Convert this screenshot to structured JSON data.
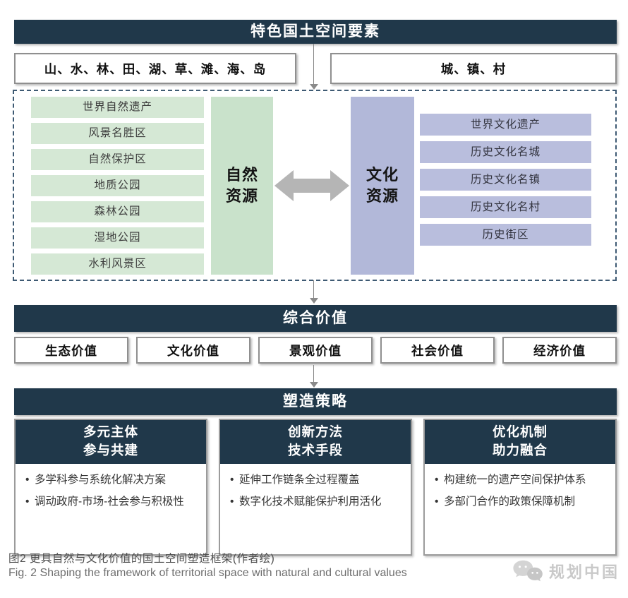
{
  "colors": {
    "navy": "#20384a",
    "green_item": "#d5e8d5",
    "green_panel": "#c9e2cb",
    "purple_item": "#b9bedd",
    "purple_panel": "#b2b8d9",
    "arrow_gray": "#b5b5b5",
    "border_gray": "#8f8f8f",
    "dashed_border": "#3e5a73",
    "caption_gray": "#4c4c4c",
    "logo_gray": "#c9c9c9"
  },
  "header": {
    "title": "特色国土空间要素"
  },
  "elements_row": {
    "left": "山、水、林、田、湖、草、滩、海、岛",
    "right": "城、镇、村"
  },
  "resources": {
    "natural": {
      "label_lines": [
        "自然",
        "资源"
      ],
      "items": [
        "世界自然遗产",
        "风景名胜区",
        "自然保护区",
        "地质公园",
        "森林公园",
        "湿地公园",
        "水利风景区"
      ]
    },
    "cultural": {
      "label_lines": [
        "文化",
        "资源"
      ],
      "items": [
        "世界文化遗产",
        "历史文化名城",
        "历史文化名镇",
        "历史文化名村",
        "历史街区"
      ]
    }
  },
  "value_section": {
    "title": "综合价值",
    "items": [
      "生态价值",
      "文化价值",
      "景观价值",
      "社会价值",
      "经济价值"
    ]
  },
  "strategy_section": {
    "title": "塑造策略",
    "cards": [
      {
        "title_lines": [
          "多元主体",
          "参与共建"
        ],
        "bullets": [
          "多学科参与系统化解决方案",
          "调动政府-市场-社会参与积极性"
        ]
      },
      {
        "title_lines": [
          "创新方法",
          "技术手段"
        ],
        "bullets": [
          "延伸工作链条全过程覆盖",
          "数字化技术赋能保护利用活化"
        ]
      },
      {
        "title_lines": [
          "优化机制",
          "助力融合"
        ],
        "bullets": [
          "构建统一的遗产空间保护体系",
          "多部门合作的政策保障机制"
        ]
      }
    ]
  },
  "caption": {
    "zh": "图2  更具自然与文化价值的国土空间塑造框架(作者绘)",
    "en": "Fig. 2  Shaping the framework of territorial space with natural and cultural values"
  },
  "logo": {
    "text": "规划中国",
    "icon": "chat-bubbles-icon"
  }
}
